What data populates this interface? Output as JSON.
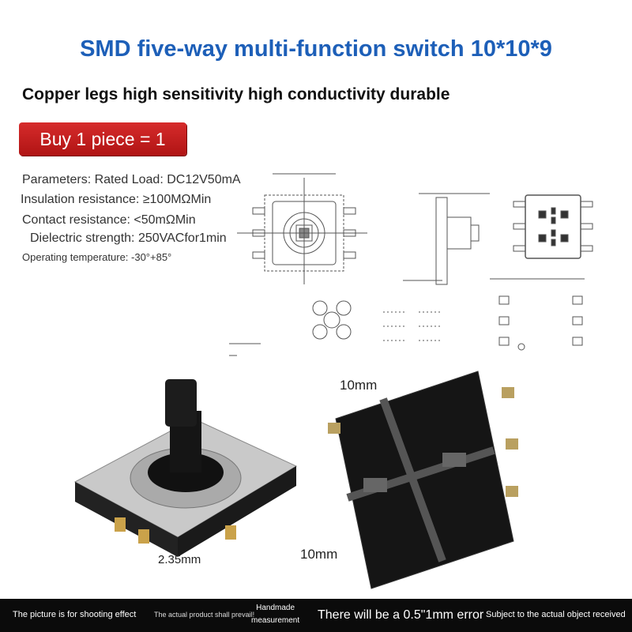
{
  "header": {
    "title": "SMD five-way multi-function switch 10*10*9",
    "subtitle": "Copper legs high sensitivity high conductivity durable",
    "badge": "Buy 1 piece = 1"
  },
  "parameters": {
    "rated_load": "Parameters: Rated Load: DC12V50mA",
    "insulation": "Insulation resistance: ≥100MΩMin",
    "contact": "Contact resistance: <50mΩMin",
    "dielectric": "Dielectric strength: 250VACfor1min",
    "operating_temp": "Operating temperature: -30°+85°"
  },
  "photos": {
    "dim_width": "10mm",
    "dim_height": "10mm",
    "dim_thickness": "2.35mm"
  },
  "footer": {
    "note1": "The picture is for shooting effect",
    "note2": "The actual product shall prevail!",
    "note3_line1": "Handmade",
    "note3_line2": "measurement",
    "note4": "There will be a 0.5\"1mm error",
    "note5": "Subject to the actual object received"
  }
}
